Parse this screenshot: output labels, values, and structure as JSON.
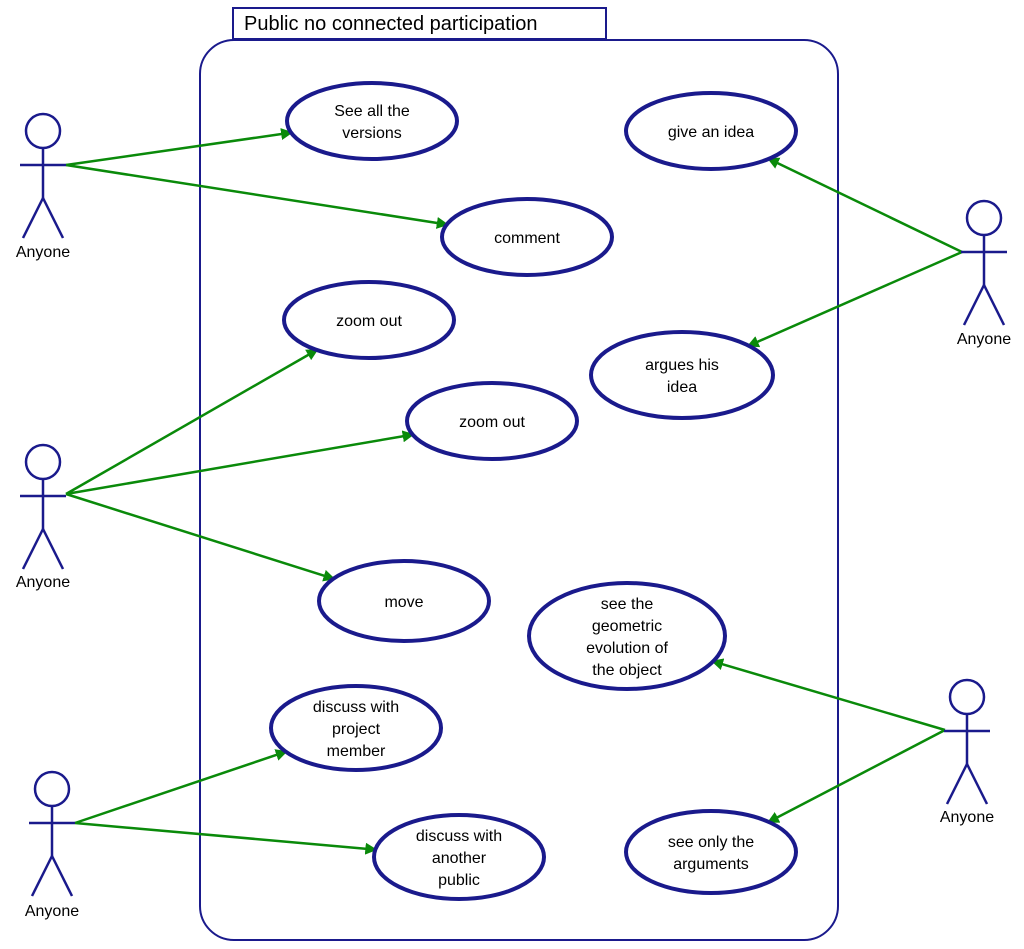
{
  "system": {
    "title": "Public no connected participation"
  },
  "actors": [
    {
      "label": "Anyone"
    },
    {
      "label": "Anyone"
    },
    {
      "label": "Anyone"
    },
    {
      "label": "Anyone"
    },
    {
      "label": "Anyone"
    }
  ],
  "use_cases": [
    {
      "lines": [
        "See all the",
        "versions"
      ]
    },
    {
      "lines": [
        "comment"
      ]
    },
    {
      "lines": [
        "zoom out"
      ]
    },
    {
      "lines": [
        "zoom out"
      ]
    },
    {
      "lines": [
        "move"
      ]
    },
    {
      "lines": [
        "discuss with",
        "project",
        "member"
      ]
    },
    {
      "lines": [
        "discuss with",
        "another",
        "public"
      ]
    },
    {
      "lines": [
        "give an idea"
      ]
    },
    {
      "lines": [
        "argues his",
        "idea"
      ]
    },
    {
      "lines": [
        "see the",
        "geometric",
        "evolution of",
        "the object"
      ]
    },
    {
      "lines": [
        "see only the",
        "arguments"
      ]
    }
  ],
  "associations": [
    {
      "actor": 0,
      "use_case": 0
    },
    {
      "actor": 0,
      "use_case": 1
    },
    {
      "actor": 1,
      "use_case": 2
    },
    {
      "actor": 1,
      "use_case": 3
    },
    {
      "actor": 1,
      "use_case": 4
    },
    {
      "actor": 2,
      "use_case": 5
    },
    {
      "actor": 2,
      "use_case": 6
    },
    {
      "actor": 3,
      "use_case": 7
    },
    {
      "actor": 3,
      "use_case": 8
    },
    {
      "actor": 4,
      "use_case": 9
    },
    {
      "actor": 4,
      "use_case": 10
    }
  ],
  "colors": {
    "outline": "#1a1a8c",
    "arrow": "#0a8a0a",
    "text": "#000000",
    "background": "#ffffff"
  }
}
